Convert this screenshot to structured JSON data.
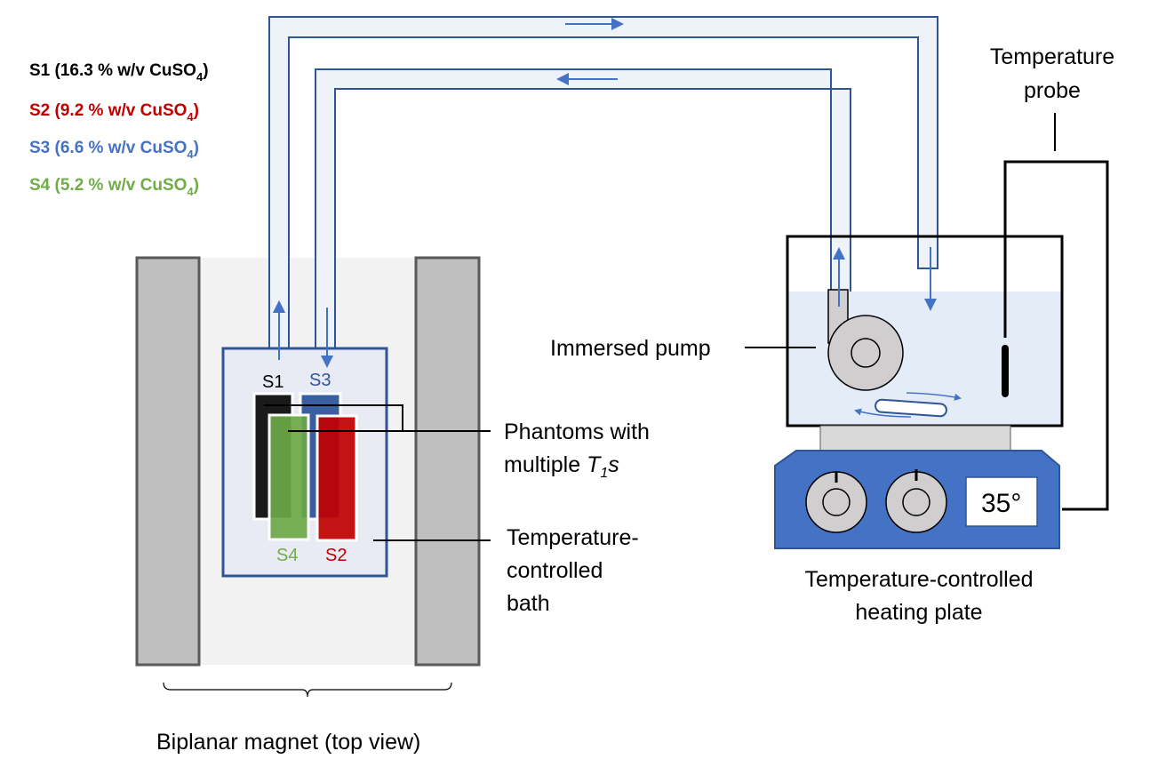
{
  "legend": [
    {
      "id": "S1",
      "text": "S1 (16.3 % w/v CuSO",
      "sub": "4",
      "close": ")",
      "color": "#000000"
    },
    {
      "id": "S2",
      "text": "S2 (9.2 % w/v CuSO",
      "sub": "4",
      "close": ")",
      "color": "#c00000"
    },
    {
      "id": "S3",
      "text": "S3 (6.6 % w/v CuSO",
      "sub": "4",
      "close": ")",
      "color": "#4472c4"
    },
    {
      "id": "S4",
      "text": "S4 (5.2 % w/v CuSO",
      "sub": "4",
      "close": ")",
      "color": "#70ad47"
    }
  ],
  "phantom_tags": {
    "s1": "S1",
    "s2": "S2",
    "s3": "S3",
    "s4": "S4"
  },
  "labels": {
    "phantoms_line1": "Phantoms with",
    "phantoms_line2_prefix": "multiple ",
    "phantoms_T": "T",
    "phantoms_sub": "1",
    "phantoms_suffix": "s",
    "bath_line1": "Temperature-",
    "bath_line2": "controlled",
    "bath_line3": "bath",
    "pump": "Immersed pump",
    "probe_line1": "Temperature",
    "probe_line2": "probe",
    "plate_line1": "Temperature-controlled",
    "plate_line2": "heating plate",
    "magnet": "Biplanar magnet (top view)"
  },
  "display": {
    "temperature": "35°"
  },
  "colors": {
    "tube_fill": "#eef2f9",
    "tube_stroke": "#2f5597",
    "arrow": "#4472c4",
    "plate": "#4472c4",
    "magnet_fill": "#bfbfbf",
    "magnet_stroke": "#595959",
    "bore": "#f2f2f2",
    "water": "#e4ecf7"
  }
}
